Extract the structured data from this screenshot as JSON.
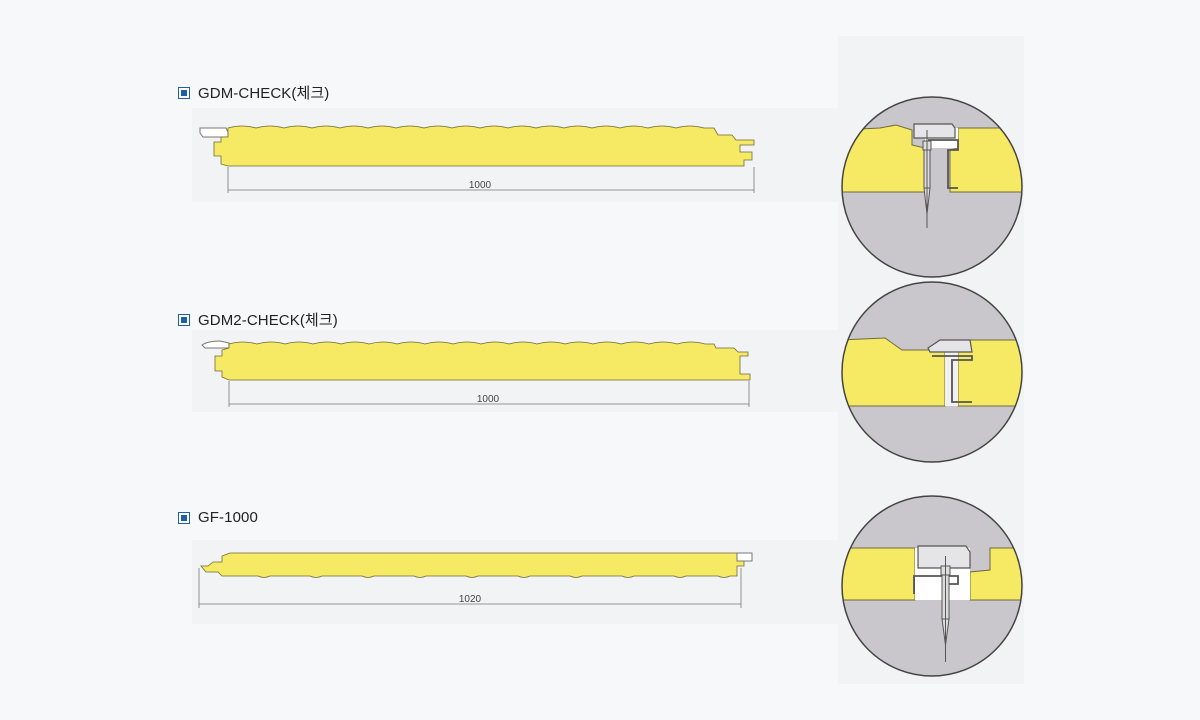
{
  "products": [
    {
      "name": "GDM-CHECK(체크)",
      "width_label": "1000"
    },
    {
      "name": "GDM2-CHECK(체크)",
      "width_label": "1000"
    },
    {
      "name": "GF-1000",
      "width_label": "1020"
    }
  ],
  "colors": {
    "page_bg": "#f7f8f9",
    "panel_bg": "#f3f4f5",
    "foam": "#f6e963",
    "foam_stroke": "#6f6a3c",
    "steel": "#c9c7cb",
    "bullet": "#1f5fa8"
  }
}
